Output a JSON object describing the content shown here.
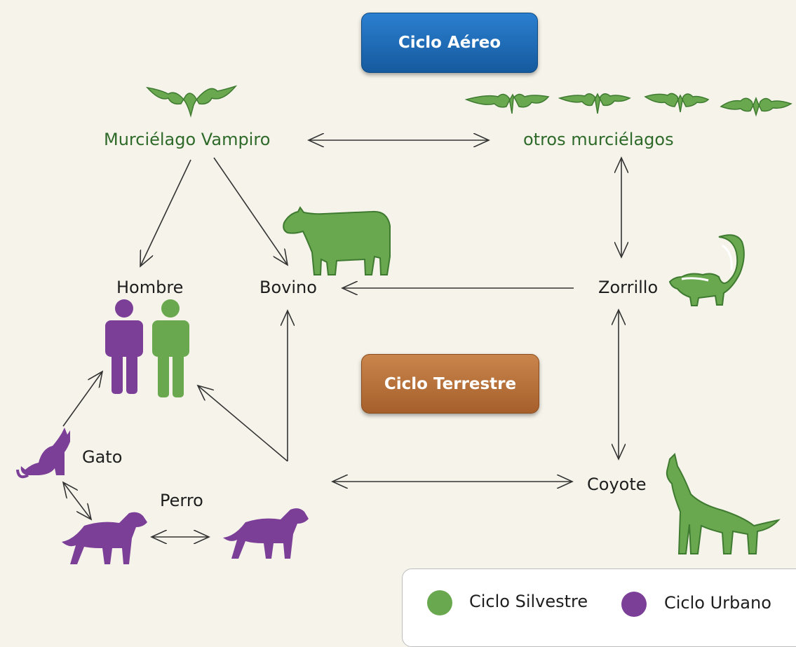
{
  "titles": {
    "aerial_cycle": "Ciclo Aéreo",
    "terrestrial_cycle": "Ciclo Terrestre"
  },
  "nodes": {
    "vampire_bat": "Murciélago Vampiro",
    "other_bats": "otros murciélagos",
    "human": "Hombre",
    "bovine": "Bovino",
    "skunk": "Zorrillo",
    "cat": "Gato",
    "dog": "Perro",
    "coyote": "Coyote"
  },
  "legend": {
    "sylvatic": "Ciclo Silvestre",
    "urban": "Ciclo Urbano"
  },
  "colors": {
    "sylvatic": "#6aa84f",
    "urban": "#7b3f98",
    "aerial_box": "#1f6fbf",
    "terrestrial_box": "#b8723b",
    "background": "#f6f4ea"
  }
}
